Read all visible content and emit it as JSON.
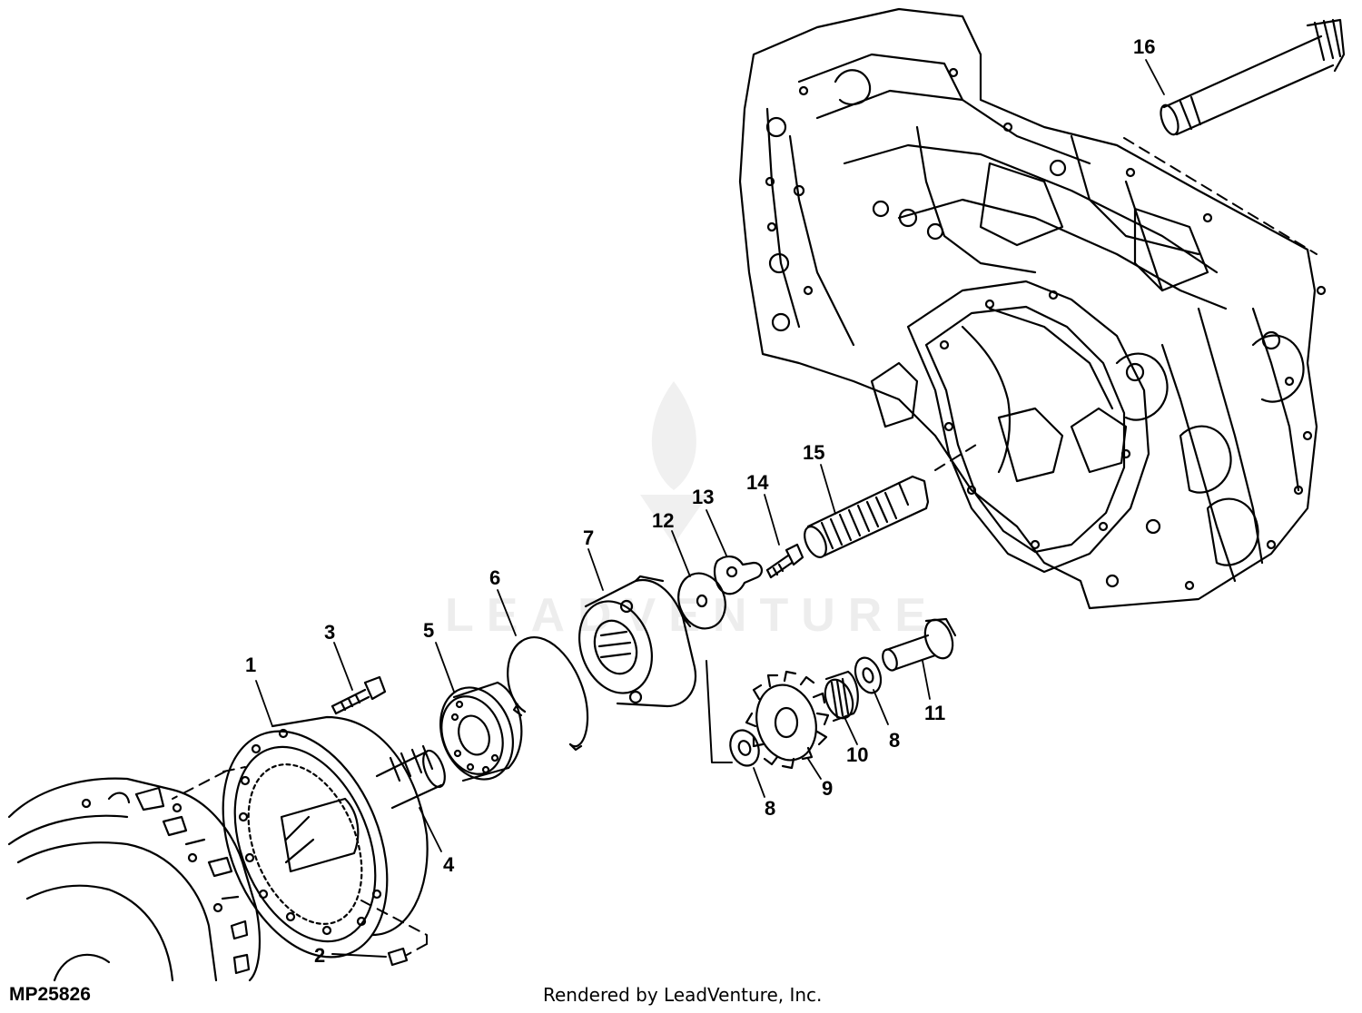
{
  "diagram": {
    "figure_id": "MP25826",
    "footer": "Rendered by LeadVenture, Inc.",
    "watermark": "LEADVENTURE",
    "callouts": [
      "1",
      "2",
      "3",
      "4",
      "5",
      "6",
      "7",
      "8",
      "8",
      "9",
      "10",
      "11",
      "12",
      "13",
      "14",
      "15",
      "16"
    ]
  }
}
